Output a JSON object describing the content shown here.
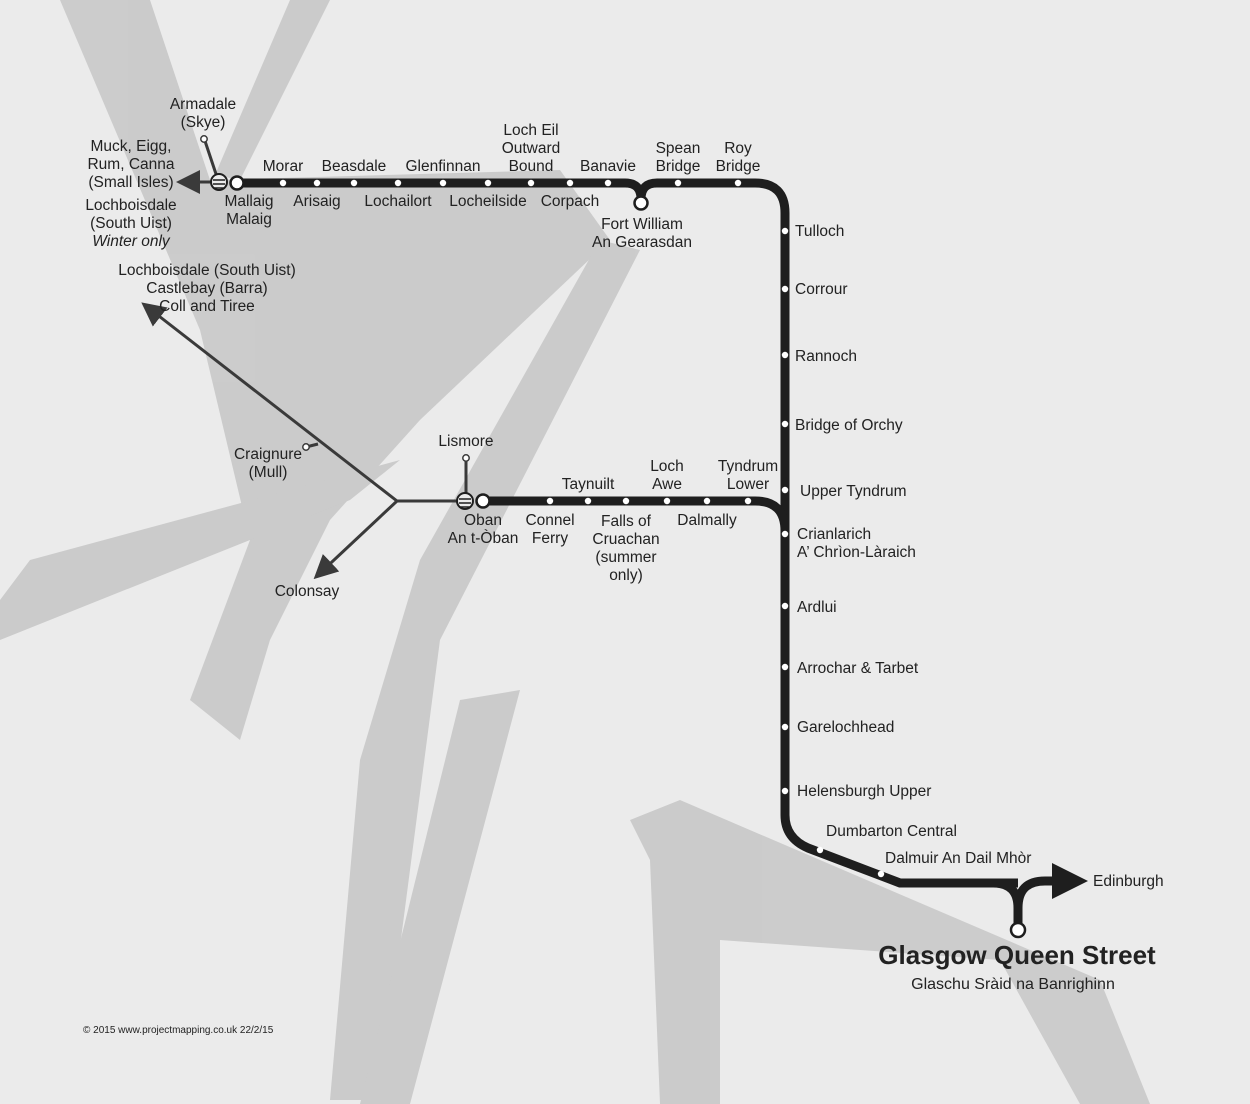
{
  "map_title": "Glasgow Queen Street",
  "map_subtitle": "Glaschu Sràid na Banrighinn",
  "copyright": "© 2015 www.projectmapping.co.uk 22/2/15",
  "colors": {
    "background": "#ebebeb",
    "shadow": "#b5b5b5",
    "line": "#1e1e1e",
    "ferry": "#3a3a3a"
  },
  "stations": {
    "mallaig": [
      "Mallaig",
      "Malaig"
    ],
    "morar": [
      "Morar"
    ],
    "arisaig": [
      "Arisaig"
    ],
    "beasdale": [
      "Beasdale"
    ],
    "lochailort": [
      "Lochailort"
    ],
    "glenfinnan": [
      "Glenfinnan"
    ],
    "locheilside": [
      "Locheilside"
    ],
    "loch_eil": [
      "Loch Eil",
      "Outward",
      "Bound"
    ],
    "corpach": [
      "Corpach"
    ],
    "banavie": [
      "Banavie"
    ],
    "fort_william": [
      "Fort William",
      "An Gearasdan"
    ],
    "spean_bridge": [
      "Spean",
      "Bridge"
    ],
    "roy_bridge": [
      "Roy",
      "Bridge"
    ],
    "tulloch": [
      "Tulloch"
    ],
    "corrour": [
      "Corrour"
    ],
    "rannoch": [
      "Rannoch"
    ],
    "bridge_of_orchy": [
      "Bridge of Orchy"
    ],
    "upper_tyndrum": [
      "Upper Tyndrum"
    ],
    "crianlarich": [
      "Crianlarich",
      "A’ Chrìon-Làraich"
    ],
    "ardlui": [
      "Ardlui"
    ],
    "arrochar": [
      "Arrochar & Tarbet"
    ],
    "garelochhead": [
      "Garelochhead"
    ],
    "helensburgh": [
      "Helensburgh Upper"
    ],
    "dumbarton": [
      "Dumbarton Central"
    ],
    "dalmuir": [
      "Dalmuir An Dail Mhòr"
    ],
    "edinburgh": [
      "Edinburgh"
    ],
    "oban": [
      "Oban",
      "An t-Òban"
    ],
    "connel_ferry": [
      "Connel",
      "Ferry"
    ],
    "taynuilt": [
      "Taynuilt"
    ],
    "falls_of_cruachan": [
      "Falls of",
      "Cruachan",
      "(summer",
      "only)"
    ],
    "loch_awe": [
      "Loch",
      "Awe"
    ],
    "dalmally": [
      "Dalmally"
    ],
    "tyndrum_lower": [
      "Tyndrum",
      "Lower"
    ]
  },
  "ferries": {
    "armadale": [
      "Armadale",
      "(Skye)"
    ],
    "small_isles": [
      "Muck, Eigg,",
      "Rum, Canna",
      "(Small Isles)"
    ],
    "lochboisdale_winter": [
      "Lochboisdale",
      "(South Uist)"
    ],
    "winter_only": "Winter only",
    "lismore": [
      "Lismore"
    ],
    "craignure": [
      "Craignure",
      "(Mull)"
    ],
    "hebrides": [
      "Lochboisdale (South Uist)",
      "Castlebay (Barra)",
      "Coll and Tiree"
    ],
    "colonsay": [
      "Colonsay"
    ]
  }
}
